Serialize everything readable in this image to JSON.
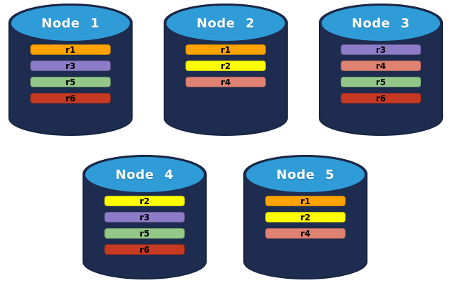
{
  "diagram": {
    "description": "Database nodes with replica placement",
    "canvas_bg": "#ffffff"
  },
  "node_style": {
    "body_color": "#1d2c4f",
    "top_color": "#2f9cd8",
    "title_color": "#ffffff"
  },
  "replica_colors": {
    "r1": "#ffa302",
    "r2": "#ffff00",
    "r3": "#8d7cc8",
    "r4": "#df8272",
    "r5": "#93c888",
    "r6": "#c63a24"
  },
  "nodes": [
    {
      "label": "Node 1",
      "row": 1,
      "replicas": [
        "r1",
        "r3",
        "r5",
        "r6"
      ]
    },
    {
      "label": "Node 2",
      "row": 1,
      "replicas": [
        "r1",
        "r2",
        "r4"
      ]
    },
    {
      "label": "Node 3",
      "row": 1,
      "replicas": [
        "r3",
        "r4",
        "r5",
        "r6"
      ]
    },
    {
      "label": "Node 4",
      "row": 2,
      "replicas": [
        "r2",
        "r3",
        "r5",
        "r6"
      ]
    },
    {
      "label": "Node 5",
      "row": 2,
      "replicas": [
        "r1",
        "r2",
        "r4"
      ]
    }
  ]
}
